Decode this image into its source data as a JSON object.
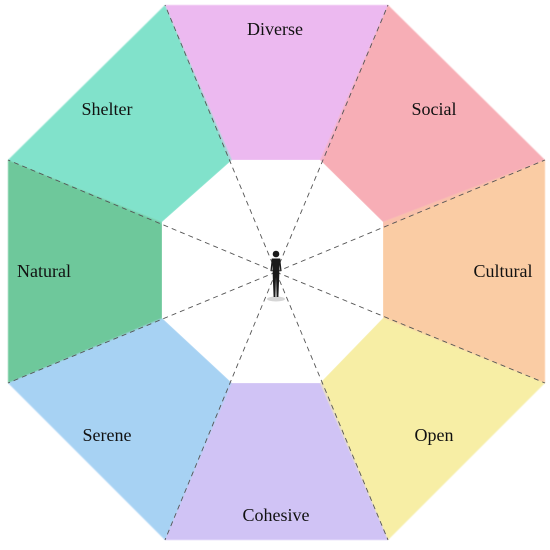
{
  "diagram": {
    "center_figure_icon": "person-icon",
    "dimensions": [
      {
        "key": "diverse",
        "label": "Diverse",
        "color": "#eab2ee"
      },
      {
        "key": "social",
        "label": "Social",
        "color": "#f7a6ae"
      },
      {
        "key": "cultural",
        "label": "Cultural",
        "color": "#f9c79a"
      },
      {
        "key": "open",
        "label": "Open",
        "color": "#f6ec9c"
      },
      {
        "key": "cohesive",
        "label": "Cohesive",
        "color": "#cbbcf3"
      },
      {
        "key": "serene",
        "label": "Serene",
        "color": "#9ecdf2"
      },
      {
        "key": "natural",
        "label": "Natural",
        "color": "#5fc290"
      },
      {
        "key": "shelter",
        "label": "Shelter",
        "color": "#74dfc5"
      }
    ]
  }
}
